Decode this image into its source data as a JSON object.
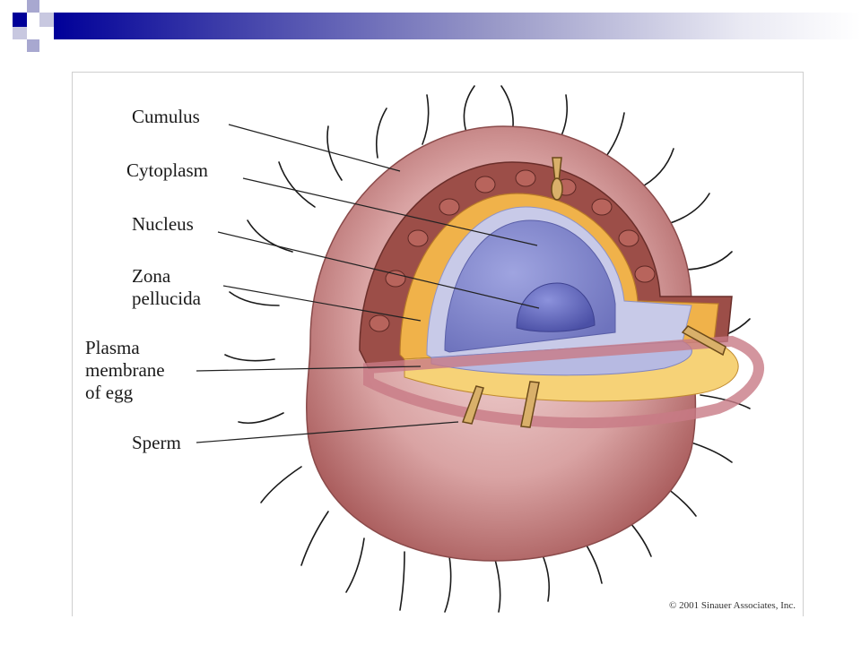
{
  "labels": {
    "cumulus": "Cumulus",
    "cytoplasm": "Cytoplasm",
    "nucleus": "Nucleus",
    "zona_line1": "Zona",
    "zona_line2": "pellucida",
    "plasma_line1": "Plasma",
    "plasma_line2": "membrane",
    "plasma_line3": "of egg",
    "sperm": "Sperm"
  },
  "copyright": "© 2001 Sinauer Associates, Inc.",
  "colors": {
    "header_accent": "#000099",
    "cumulus": "#c98a8a",
    "cumulus_cells": "#a0504a",
    "zona": "#f0c060",
    "cytoplasm": "#8a8fd0",
    "nucleus": "#6a70c0",
    "membrane": "#c8cae8"
  }
}
